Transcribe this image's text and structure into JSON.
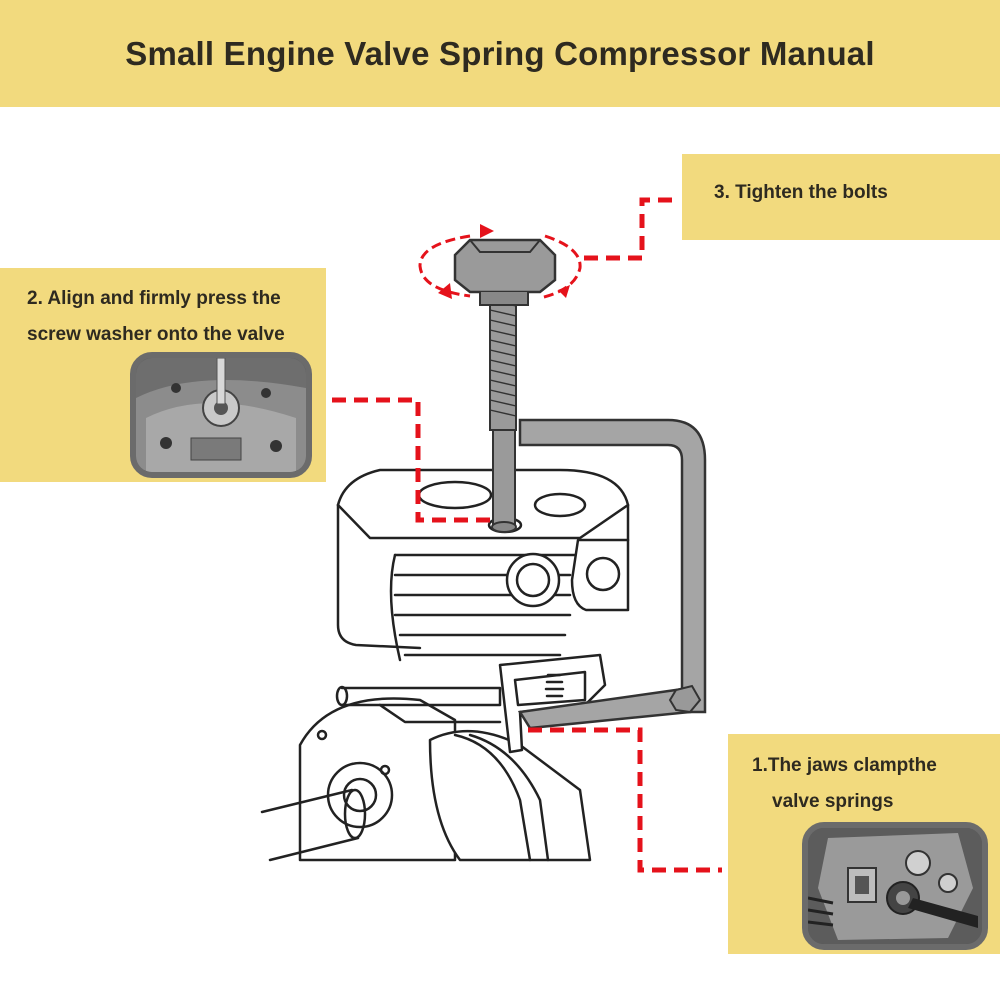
{
  "header": {
    "title": "Small Engine Valve Spring Compressor Manual"
  },
  "steps": {
    "step3": {
      "text": "3. Tighten the bolts"
    },
    "step2": {
      "line1": "2. Align and firmly press the",
      "line2": "screw washer onto the valve"
    },
    "step1": {
      "line1": "1.The jaws clampthe",
      "line2": "valve springs"
    }
  },
  "colors": {
    "banner": "#f2da7e",
    "leader": "#e5121b",
    "text": "#2e2a20"
  },
  "icons": [
    "engine-diagram",
    "rotation-arrows-icon",
    "valve-head-photo",
    "valve-spring-photo"
  ]
}
